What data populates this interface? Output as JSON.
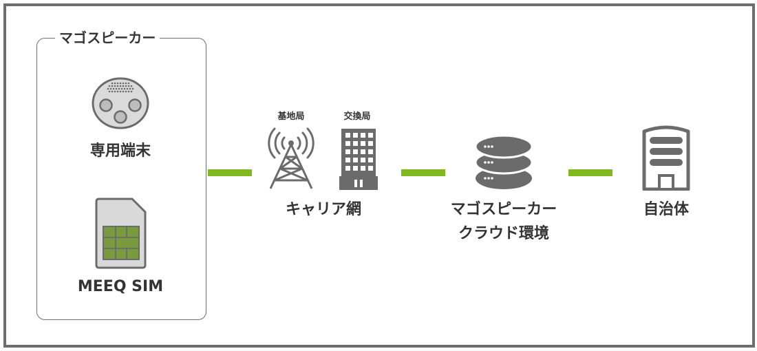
{
  "group": {
    "title": "マゴスピーカー"
  },
  "device": {
    "label": "専用端末",
    "icon": "speaker-device-icon"
  },
  "sim": {
    "label": "MEEQ SIM",
    "icon": "sim-card-icon"
  },
  "network": {
    "base_station": {
      "label": "基地局",
      "icon": "antenna-tower-icon"
    },
    "exchange": {
      "label": "交換局",
      "icon": "exchange-building-icon"
    },
    "label": "キャリア網"
  },
  "cloud": {
    "label_line1": "マゴスピーカー",
    "label_line2": "クラウド環境",
    "icon": "server-stack-icon"
  },
  "municipality": {
    "label": "自治体",
    "icon": "office-building-icon"
  },
  "colors": {
    "frame": "#6d6d6d",
    "icon": "#6b6b6b",
    "connector": "#80b820",
    "sim_chip": "#7a9a40"
  }
}
